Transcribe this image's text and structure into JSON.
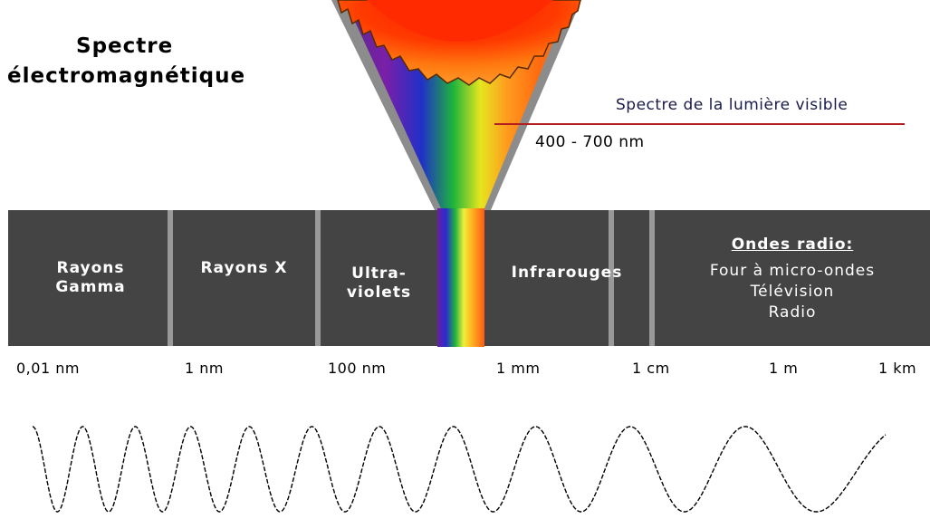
{
  "title": {
    "line1": "Spectre",
    "line2": "électromagnétique"
  },
  "visible_light": {
    "label": "Spectre de la lumière visible",
    "range": "400 - 700 nm"
  },
  "bands": {
    "gamma": {
      "line1": "Rayons",
      "line2": "Gamma"
    },
    "xray": {
      "line1": "Rayons X"
    },
    "uv": {
      "line1": "Ultra-",
      "line2": "violets"
    },
    "infrared": {
      "line1": "Infrarouges"
    },
    "radio": {
      "title": "Ondes radio:",
      "items": [
        "Four à micro-ondes",
        "Télévision",
        "Radio"
      ]
    }
  },
  "scale": [
    "0,01 nm",
    "1 nm",
    "100 nm",
    "1 mm",
    "1 cm",
    "1 m",
    "1 km"
  ],
  "colors": {
    "band_background": "#444444",
    "divider": "#999999",
    "pointer_line": "#b41e1e",
    "label_text": "#1a1a4a",
    "sun_core": "#ff2a00",
    "sun_outer": "#ff8c1a"
  }
}
